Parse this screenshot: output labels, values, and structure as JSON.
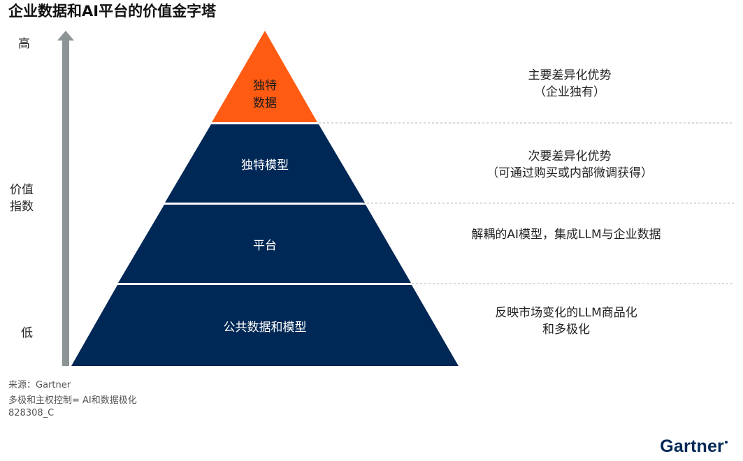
{
  "title": "企业数据和AI平台的价值金字塔",
  "axis": {
    "high": "高",
    "label_line1": "价值",
    "label_line2": "指数",
    "low": "低"
  },
  "pyramid": {
    "levels": [
      {
        "label_line1": "独特",
        "label_line2": "数据",
        "color": "#FF5B12"
      },
      {
        "label": "独特模型",
        "color": "#002856"
      },
      {
        "label": "平台",
        "color": "#002856"
      },
      {
        "label": "公共数据和模型",
        "color": "#002856"
      }
    ]
  },
  "descriptions": [
    {
      "line1": "主要差异化优势",
      "line2": "（企业独有）"
    },
    {
      "line1": "次要差异化优势",
      "line2": "（可通过购买或内部微调获得）"
    },
    {
      "line1": "解耦的AI模型，集成LLM与企业数据"
    },
    {
      "line1": "反映市场变化的LLM商品化",
      "line2": "和多极化"
    }
  ],
  "footer": {
    "source": "来源：Gartner",
    "note": "多极和主权控制= AI和数据极化",
    "id": "828308_C"
  },
  "logo": {
    "text": "Gartner"
  },
  "colors": {
    "accent": "#FF5B12",
    "navy": "#002856",
    "axis_arrow": "#8C9496"
  }
}
